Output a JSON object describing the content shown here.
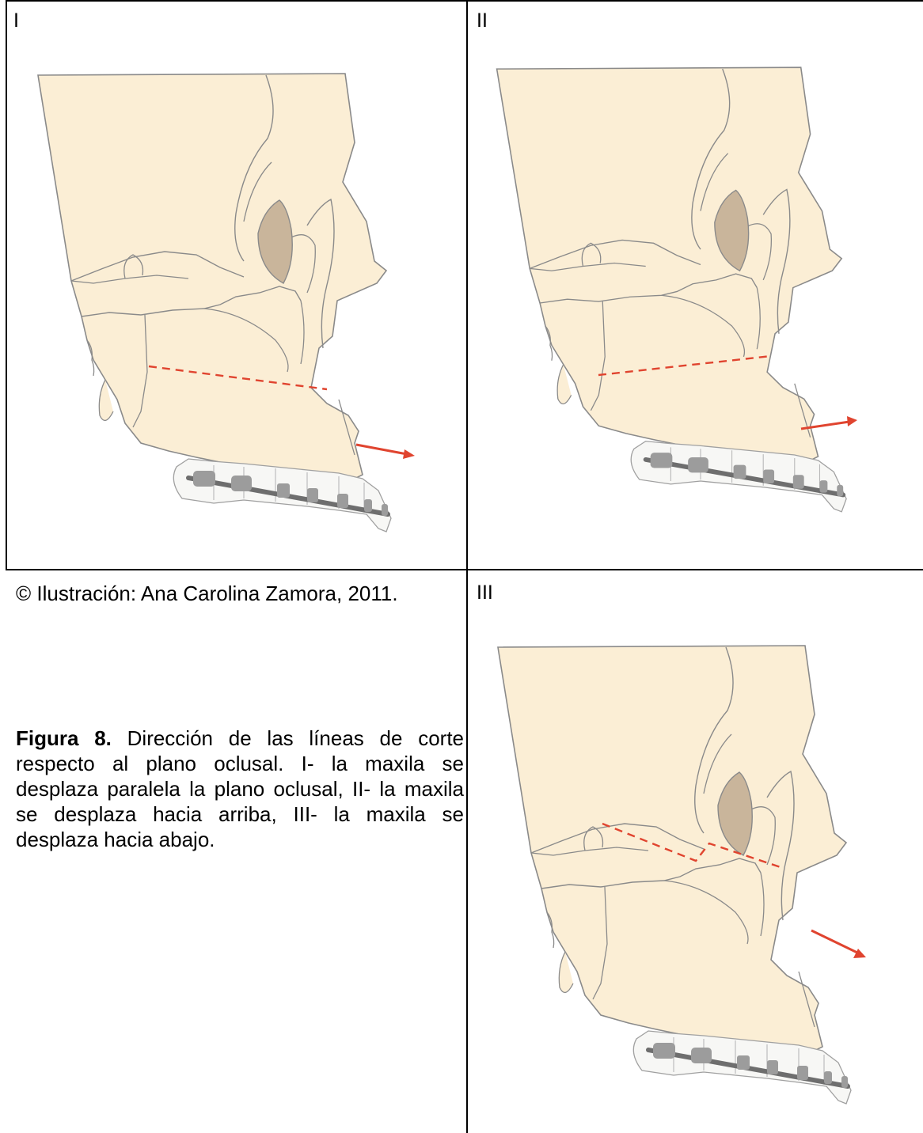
{
  "panels": {
    "p1": {
      "label": "I"
    },
    "p2": {
      "label": "II"
    },
    "p3": {
      "label": "III"
    }
  },
  "credit": {
    "text": "© Ilustración: Ana Carolina Zamora, 2011."
  },
  "caption": {
    "bold": "Figura 8.",
    "text": " Dirección de las líneas de corte respecto al plano oclusal. I- la maxila se desplaza paralela la plano oclusal, II- la maxila se desplaza hacia arriba, III- la maxila se desplaza hacia abajo."
  },
  "colors": {
    "bone": "#fbeed5",
    "outline": "#8a8a8a",
    "orbit": "#c9b59b",
    "cut_line": "#e0442f",
    "arrow": "#e0442f",
    "wire": "#6e6e6e",
    "bracket": "#9c9c9c"
  }
}
